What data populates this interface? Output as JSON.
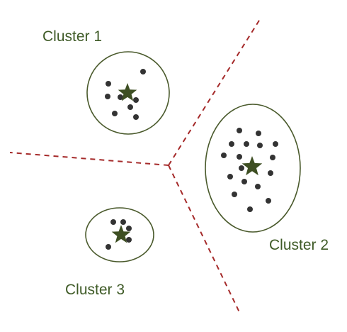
{
  "diagram": {
    "colors": {
      "label": "#3e5a26",
      "cluster_outline": "#4a5a2c",
      "centroid_star": "#3e4f23",
      "point": "#333333",
      "boundary": "#a52a2a"
    },
    "clusters": [
      {
        "label": "Cluster 1",
        "point_count": 8
      },
      {
        "label": "Cluster 2",
        "point_count": 17
      },
      {
        "label": "Cluster 3",
        "point_count": 5
      }
    ],
    "centroid_icon": "star-icon",
    "boundary_style": "dashed"
  }
}
